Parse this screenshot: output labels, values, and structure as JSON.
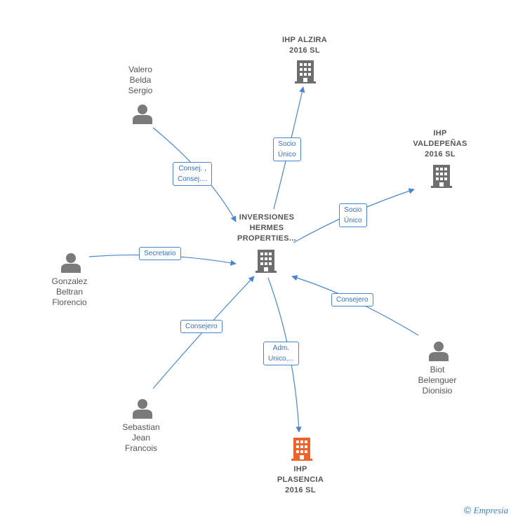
{
  "nodes": {
    "center": {
      "line1": "INVERSIONES",
      "line2": "HERMES",
      "line3": "PROPERTIES..."
    },
    "alzira": {
      "line1": "IHP ALZIRA",
      "line2": "2016  SL"
    },
    "valdepenas": {
      "line1": "IHP",
      "line2": "VALDEPEÑAS",
      "line3": "2016  SL"
    },
    "plasencia": {
      "line1": "IHP",
      "line2": "PLASENCIA",
      "line3": "2016  SL"
    },
    "valero": {
      "line1": "Valero",
      "line2": "Belda",
      "line3": "Sergio"
    },
    "gonzalez": {
      "line1": "Gonzalez",
      "line2": "Beltran",
      "line3": "Florencio"
    },
    "sebastian": {
      "line1": "Sebastian",
      "line2": "Jean",
      "line3": "Francois"
    },
    "biot": {
      "line1": "Biot",
      "line2": "Belenguer",
      "line3": "Dionisio"
    }
  },
  "edges": {
    "valero": "Consej. ,\nConsej....",
    "alzira": "Socio\nÚnico",
    "valdepenas": "Socio\nÚnico",
    "gonzalez": "Secretario",
    "biot": "Consejero",
    "sebastian": "Consejero",
    "plasencia": "Adm.\nUnico,..."
  },
  "colors": {
    "edge": "#4a86d0",
    "building": "#6e6e6e",
    "building_highlight": "#f0622c",
    "person": "#7a7a7a"
  },
  "footer": {
    "copyright": "©",
    "brand": "Empresia"
  }
}
